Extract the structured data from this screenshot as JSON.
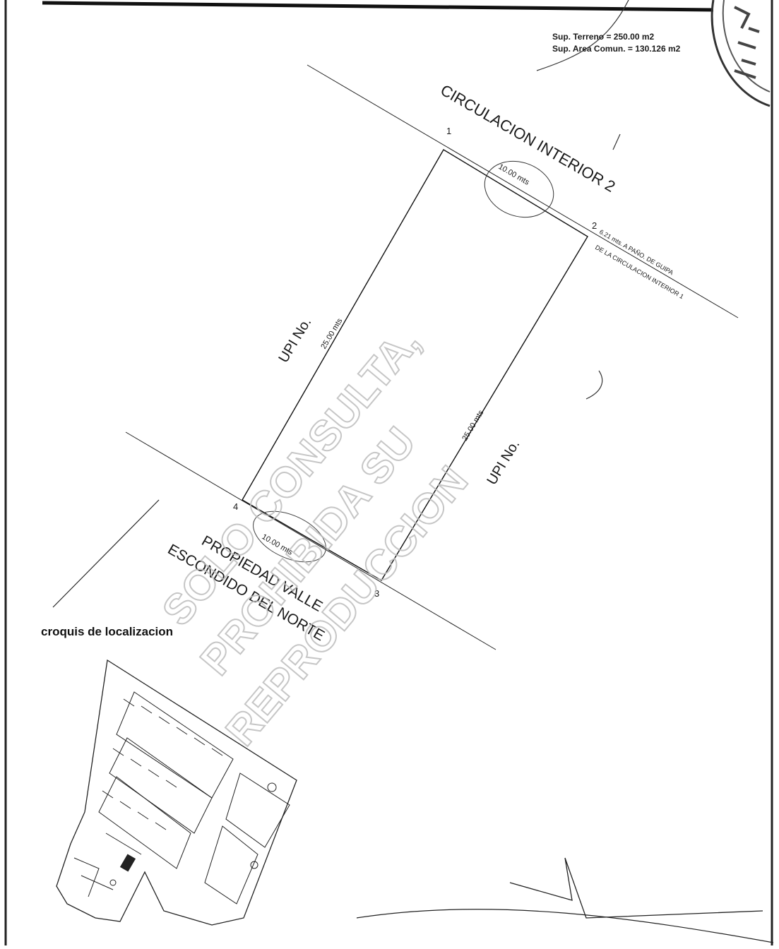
{
  "header": {
    "sup_terreno": "Sup. Terreno = 250.00 m2",
    "sup_area_comun": "Sup. Area Comun. = 130.126 m2"
  },
  "plan": {
    "street_top": "CIRCULACION INTERIOR 2",
    "upi_left": "UPI No.",
    "upi_right": "UPI No.",
    "dim_top": "10.00 mts",
    "dim_bottom": "10.00 mts",
    "dim_left": "25.00 mts",
    "dim_right": "25.00 mts",
    "vertex_1": "1",
    "vertex_2": "2",
    "vertex_3": "3",
    "vertex_4": "4",
    "note_line1": "6.21 mts. A PAÑO. DE GUIPA",
    "note_line2": "DE LA CIRCULACION INTERIOR 1",
    "property_line1": "PROPIEDAD VALLE",
    "property_line2": "ESCONDIDO DEL NORTE"
  },
  "watermark": {
    "line1": "SOLO CONSULTA,",
    "line2": "PROHIBIDA SU",
    "line3": "REPRODUCCION",
    "color": "#bdbdbd"
  },
  "croquis": {
    "label": "croquis de localizacion"
  }
}
